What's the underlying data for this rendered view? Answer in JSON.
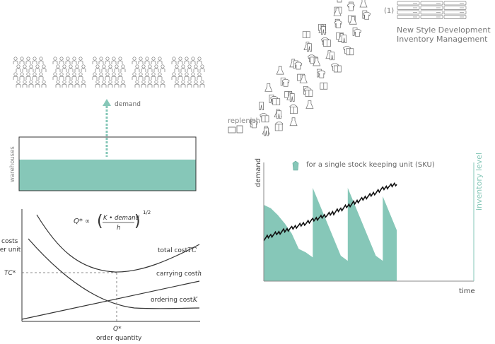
{
  "colors": {
    "teal": "#86c7b8",
    "teal_text": "#86c7b8",
    "line": "#333333",
    "gray_text": "#666666",
    "light_gray": "#bbbbbb"
  },
  "top_right": {
    "index_label": "(1)",
    "title_line1": "New Style Development",
    "title_line2": "Inventory Management",
    "replenish_label": "replenish"
  },
  "warehouse": {
    "demand_label": "demand",
    "side_label": "warehouses",
    "fill_fraction": 0.58
  },
  "eoq": {
    "formula_lhs": "Q* ∝",
    "formula_num": "K • demand",
    "formula_den": "h",
    "formula_exp": "1/2",
    "ylabel_line1": "costs",
    "ylabel_line2": "per unit",
    "tc_star": "TC*",
    "total_cost_label": "total cost",
    "total_cost_sym": "TC",
    "carrying_cost_label": "carrying cost",
    "carrying_cost_sym": "h",
    "ordering_cost_label": "ordering cost",
    "ordering_cost_sym": "K",
    "q_star": "Q*",
    "xlabel": "order quantity"
  },
  "chart_data": {
    "type": "area",
    "title": "for a single stock keeping unit (SKU)",
    "ylabel_left": "demand",
    "ylabel_right": "inventory level",
    "xlabel": "time",
    "x": [
      0,
      1,
      2,
      3,
      4,
      5,
      6,
      7,
      8,
      9,
      10,
      11,
      12,
      13,
      14,
      15,
      16,
      17,
      18,
      19,
      20
    ],
    "series": [
      {
        "values": [
          9.0,
          8.6,
          7.8,
          6.8,
          5.6,
          3.8,
          3.4,
          11.0,
          9.0,
          7.0,
          5.0,
          3.0,
          11.0,
          9.0,
          7.0,
          5.0,
          3.0,
          10.0,
          8.0,
          6.0,
          null
        ]
      },
      {
        "values": [
          5.0,
          5.4,
          5.7,
          6.0,
          6.3,
          6.6,
          6.9,
          7.2,
          7.5,
          7.8,
          8.1,
          8.5,
          8.9,
          9.3,
          9.7,
          10.1,
          10.5,
          10.9,
          11.2,
          11.5,
          null
        ]
      }
    ],
    "ylim": [
      0,
      14
    ],
    "xlim": [
      0,
      30
    ]
  }
}
